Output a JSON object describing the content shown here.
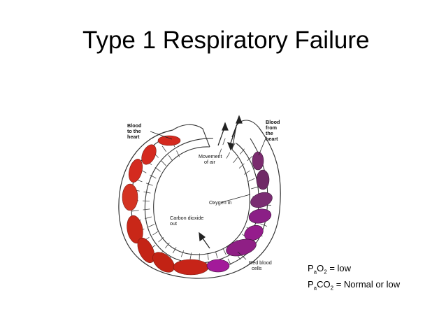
{
  "slide": {
    "title": "Type 1 Respiratory Failure"
  },
  "diagram": {
    "labels": {
      "blood_to_heart": [
        "Blood",
        "to the",
        "heart"
      ],
      "blood_from_heart": [
        "Blood",
        "from",
        "the",
        "heart"
      ],
      "movement_of_air": [
        "Movement",
        "of air"
      ],
      "oxygen_in": "Oxygen in",
      "carbon_dioxide_out": [
        "Carbon dioxide",
        "out"
      ],
      "red_blood_cells": [
        "Red blood",
        "cells"
      ]
    }
  },
  "gas_values": {
    "pao2": {
      "p": "P",
      "sub_a": "a",
      "o": "O",
      "sub_2": "2",
      "rest": " = low"
    },
    "paco2": {
      "p": "P",
      "sub_a": "a",
      "co": "CO",
      "sub_2": "2",
      "rest": " = Normal or low"
    }
  },
  "colors": {
    "oxygenated": "#d42a1f",
    "deoxygenated": "#7a2b6e",
    "purple_mid": "#8f1f85"
  }
}
